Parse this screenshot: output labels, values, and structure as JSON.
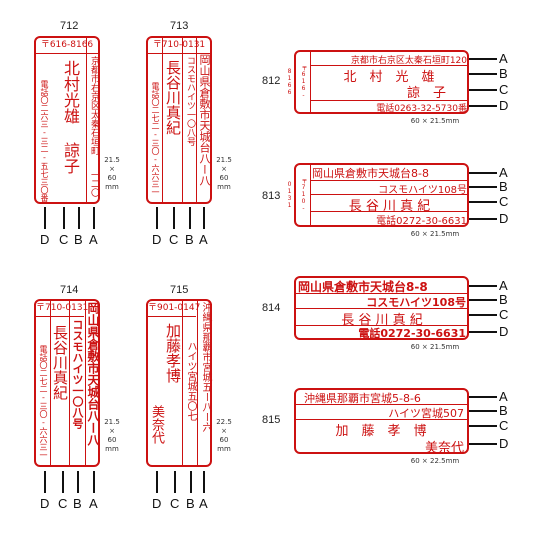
{
  "models": {
    "m712": "712",
    "m713": "713",
    "m714": "714",
    "m715": "715",
    "m812": "812",
    "m813": "813",
    "m814": "814",
    "m815": "815"
  },
  "letters": {
    "a": "A",
    "b": "B",
    "c": "C",
    "d": "D"
  },
  "sizes": {
    "s712": "21.5\n×\n60\nmm",
    "s713": "21.5\n×\n60\nmm",
    "s714": "21.5\n×\n60\nmm",
    "s715": "22.5\n×\n60\nmm",
    "s812": "60 × 21.5mm",
    "s813": "60 × 21.5mm",
    "s814": "60 × 21.5mm",
    "s815": "60 × 22.5mm"
  },
  "stamp712": {
    "post": "〒616-8166",
    "address": "京都市右京区太秦石垣町",
    "num": "一二〇",
    "name1": "北村光雄",
    "name2": "諒子",
    "tel": "電話〇二六三‐三二‐五七三〇番"
  },
  "stamp713": {
    "post": "〒710-0131",
    "address": "岡山県倉敷市天城台八ー八",
    "building": "コスモハイツ一〇八号",
    "name": "長谷川真紀",
    "tel": "電話〇二七二‐三〇‐六六三一"
  },
  "stamp714": {
    "post": "〒710-0131",
    "address": "岡山県倉敷市天城台八ー八",
    "building": "コスモハイツ一〇八号",
    "name": "長谷川真紀",
    "tel": "電話〇二七二‐三〇‐六六三一"
  },
  "stamp715": {
    "post": "〒901-0147",
    "address": "沖縄県那覇市宮城五ー八ー六",
    "building": "ハイツ宮城五〇七",
    "name1": "加藤孝博",
    "name2": "美奈代"
  },
  "stamp812": {
    "post": "〒616-8166",
    "address": "京都市右京区太秦石垣町120",
    "name1": "北　村　光　雄",
    "name2": "諒　子",
    "tel": "電話0263-32-5730番"
  },
  "stamp813": {
    "post": "〒710-0131",
    "address": "岡山県倉敷市天城台8-8",
    "building": "コスモハイツ108号",
    "name": "長 谷 川 真 紀",
    "tel": "電話0272-30-6631"
  },
  "stamp814": {
    "address": "岡山県倉敷市天城台8-8",
    "building": "コスモハイツ108号",
    "name": "長 谷 川 真 紀",
    "tel": "電話0272-30-6631"
  },
  "stamp815": {
    "address": "沖縄県那覇市宮城5-8-6",
    "building": "ハイツ宮城507",
    "name1": "加　藤　孝　博",
    "name2": "美奈代"
  }
}
